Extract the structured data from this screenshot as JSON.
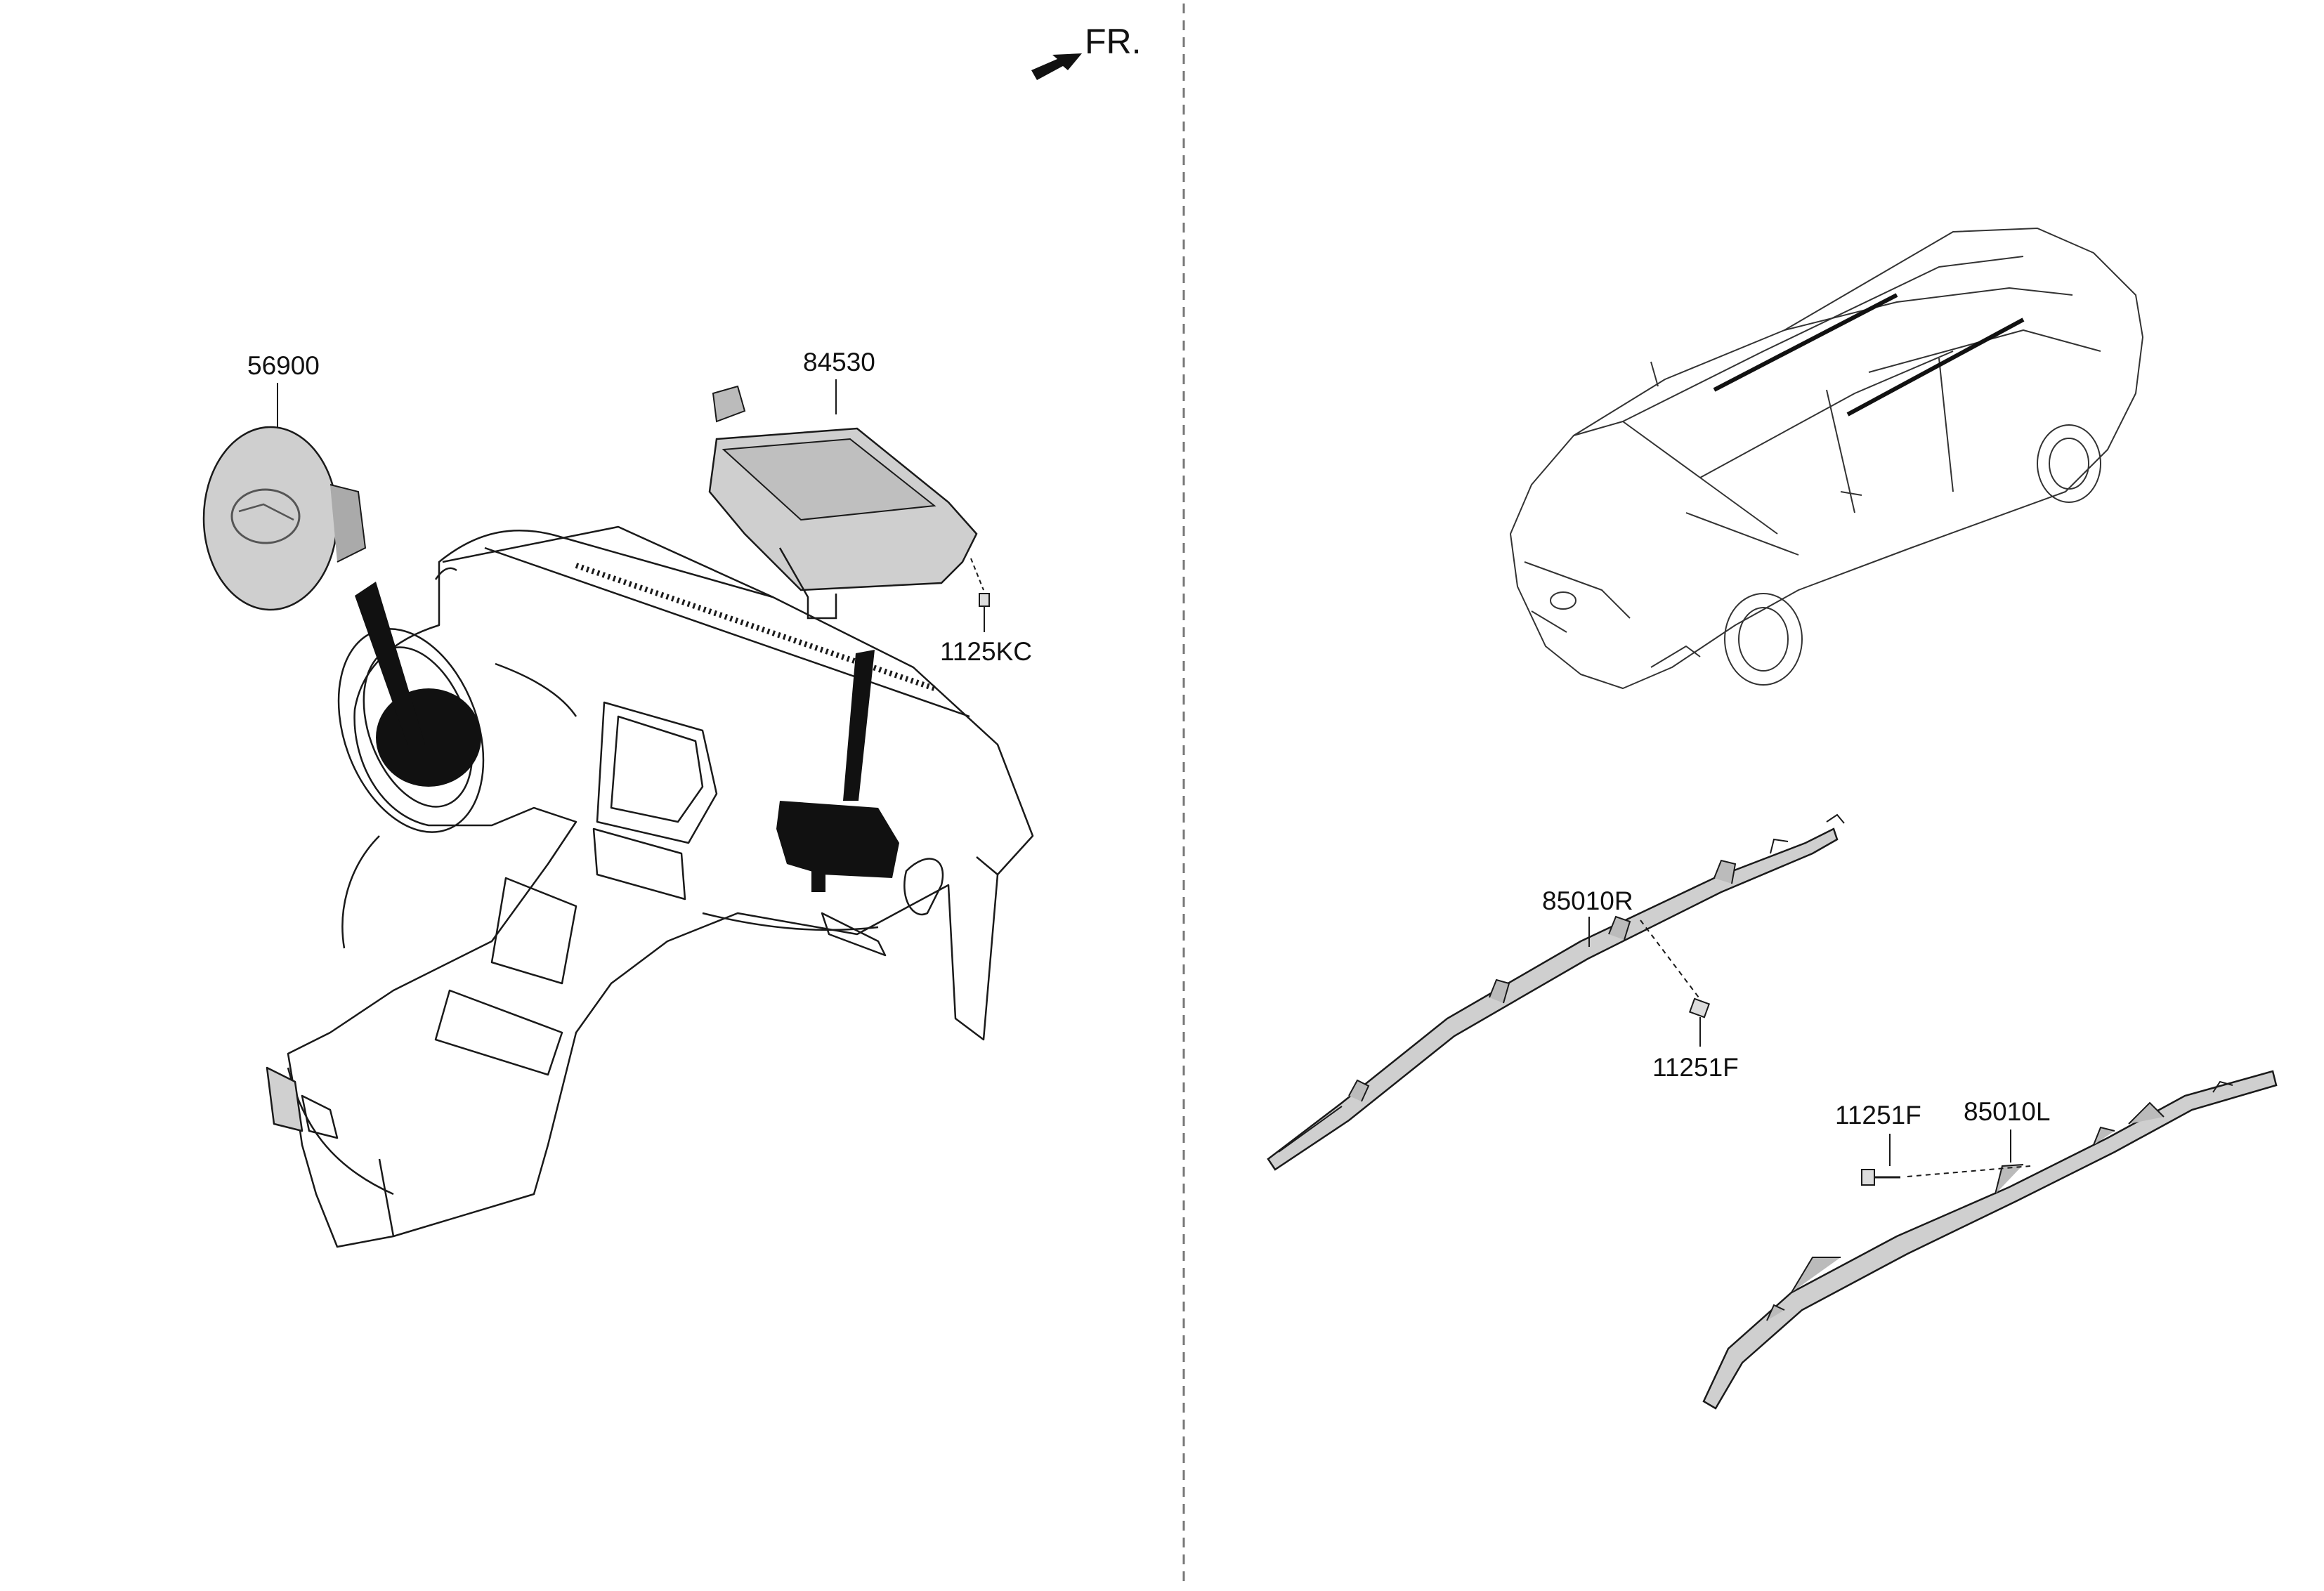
{
  "direction_marker": {
    "label": "FR."
  },
  "parts": {
    "driver_airbag": {
      "number": "56900"
    },
    "passenger_airbag": {
      "number": "84530"
    },
    "passenger_airbag_bolt": {
      "number": "1125KC"
    },
    "curtain_airbag_right": {
      "number": "85010R"
    },
    "curtain_airbag_right_bolt": {
      "number": "11251F"
    },
    "curtain_airbag_left": {
      "number": "85010L"
    },
    "curtain_airbag_left_bolt": {
      "number": "11251F"
    }
  },
  "colors": {
    "part_fill": "#c9c9c9",
    "line": "#1a1a1a",
    "divider": "#777777"
  }
}
